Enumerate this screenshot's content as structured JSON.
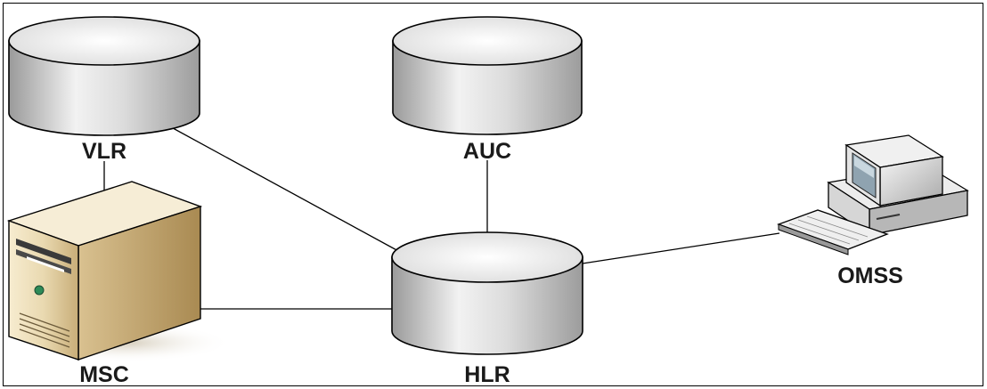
{
  "diagram": {
    "nodes": {
      "vlr": {
        "label": "VLR",
        "kind": "database"
      },
      "auc": {
        "label": "AUC",
        "kind": "database"
      },
      "hlr": {
        "label": "HLR",
        "kind": "database"
      },
      "msc": {
        "label": "MSC",
        "kind": "server"
      },
      "omss": {
        "label": "OMSS",
        "kind": "workstation"
      }
    },
    "edges": [
      {
        "from": "VLR",
        "to": "HLR"
      },
      {
        "from": "VLR",
        "to": "MSC"
      },
      {
        "from": "AUC",
        "to": "HLR"
      },
      {
        "from": "MSC",
        "to": "HLR"
      },
      {
        "from": "HLR",
        "to": "OMSS"
      }
    ],
    "colors": {
      "cylinder_light": "#f4f4f4",
      "cylinder_dark": "#a9a9a9",
      "server_face": "#e8d8b0",
      "server_side": "#b89a60",
      "line": "#000000"
    }
  }
}
